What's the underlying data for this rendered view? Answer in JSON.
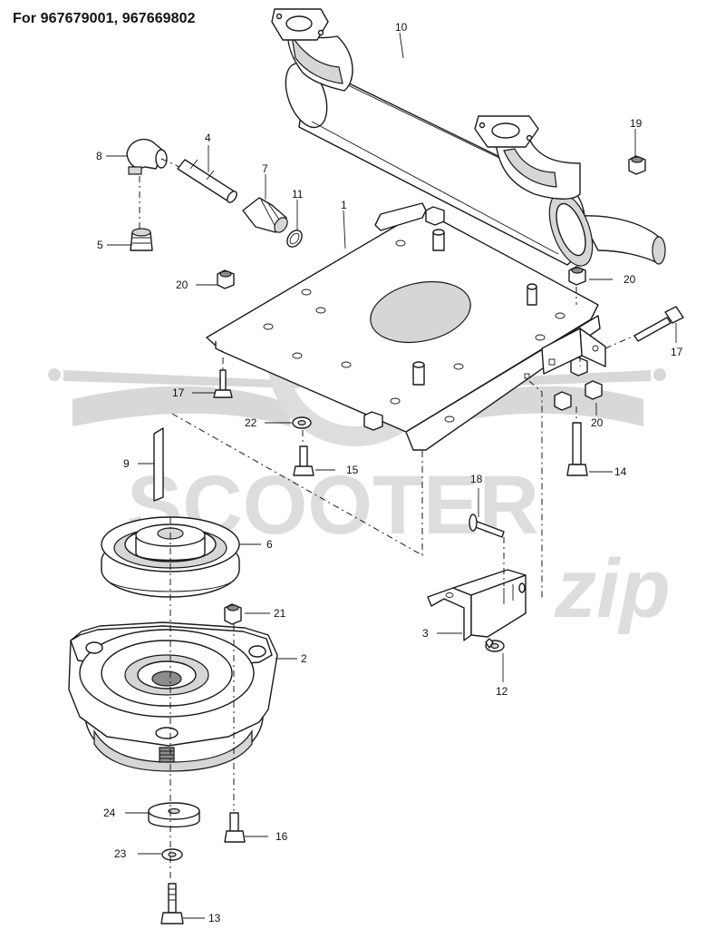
{
  "title": "For 967679001, 967669802",
  "watermark": {
    "brand": "SCOOTER",
    "brand_script": "zip"
  },
  "callouts": {
    "c1": "1",
    "c2": "2",
    "c3": "3",
    "c4": "4",
    "c5": "5",
    "c6": "6",
    "c7": "7",
    "c8": "8",
    "c9": "9",
    "c10": "10",
    "c11": "11",
    "c12": "12",
    "c13": "13",
    "c14": "14",
    "c15": "15",
    "c16": "16",
    "c17a": "17",
    "c17b": "17",
    "c18": "18",
    "c19": "19",
    "c20a": "20",
    "c20b": "20",
    "c20c": "20",
    "c21": "21",
    "c22": "22",
    "c23": "23",
    "c24": "24"
  }
}
